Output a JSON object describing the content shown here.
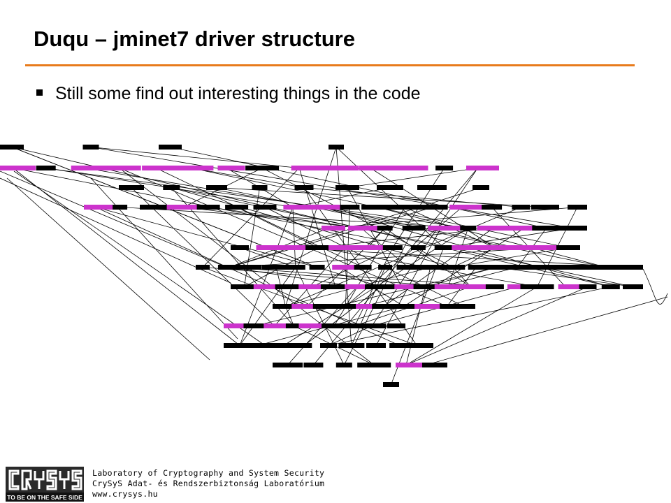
{
  "slide": {
    "title": "Duqu – jminet7 driver structure",
    "bullet": "Still some find out interesting things in the code"
  },
  "colors": {
    "accent_rule": "#e87b1c",
    "node_dark": "#000000",
    "node_magenta": "#cc33cc",
    "edge": "#000000",
    "logo_bg": "#2a2a2a"
  },
  "graph": {
    "description_icon": "call-graph",
    "nodes_dark": 80,
    "nodes_magenta": 40
  },
  "footer": {
    "logo_text": "CrySyS",
    "logo_tagline": "TO BE ON THE SAFE SIDE",
    "line1": "Laboratory of Cryptography and System Security",
    "line2": "CrySyS Adat- és Rendszerbiztonság Laboratórium",
    "line3": "www.crysys.hu"
  }
}
